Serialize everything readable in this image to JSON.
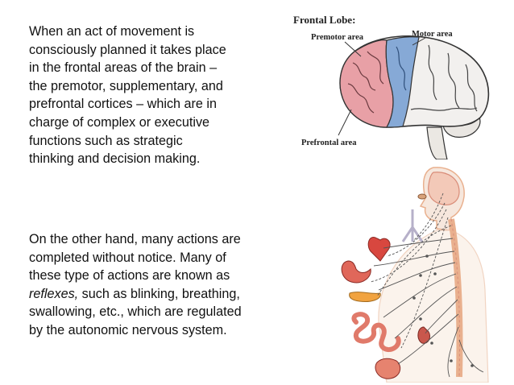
{
  "text": {
    "paragraph1_lines": [
      "When an act of movement is",
      "consciously planned it takes place",
      "in the frontal areas of the brain –",
      "the premotor, supplementary, and",
      "prefrontal cortices – which are in",
      "charge of complex or executive",
      "functions such as strategic",
      "thinking and decision making."
    ],
    "paragraph2_line1": "On the other hand, many actions are",
    "paragraph2_line2": "completed without notice. Many of",
    "paragraph2_line3": "these type of actions are known as",
    "paragraph2_line4_em": "reflexes,",
    "paragraph2_line4_rest": " such as blinking, breathing,",
    "paragraph2_line5": "swallowing, etc., which are regulated",
    "paragraph2_line6": "by the autonomic nervous system."
  },
  "brain_figure": {
    "title": "Frontal Lobe:",
    "label_premotor": "Premotor area",
    "label_motor": "Motor area",
    "label_prefrontal": "Prefrontal area"
  },
  "colors": {
    "premotor_region": "#e8a0a6",
    "motor_region": "#86a9d6",
    "spine": "#e9b08e"
  }
}
